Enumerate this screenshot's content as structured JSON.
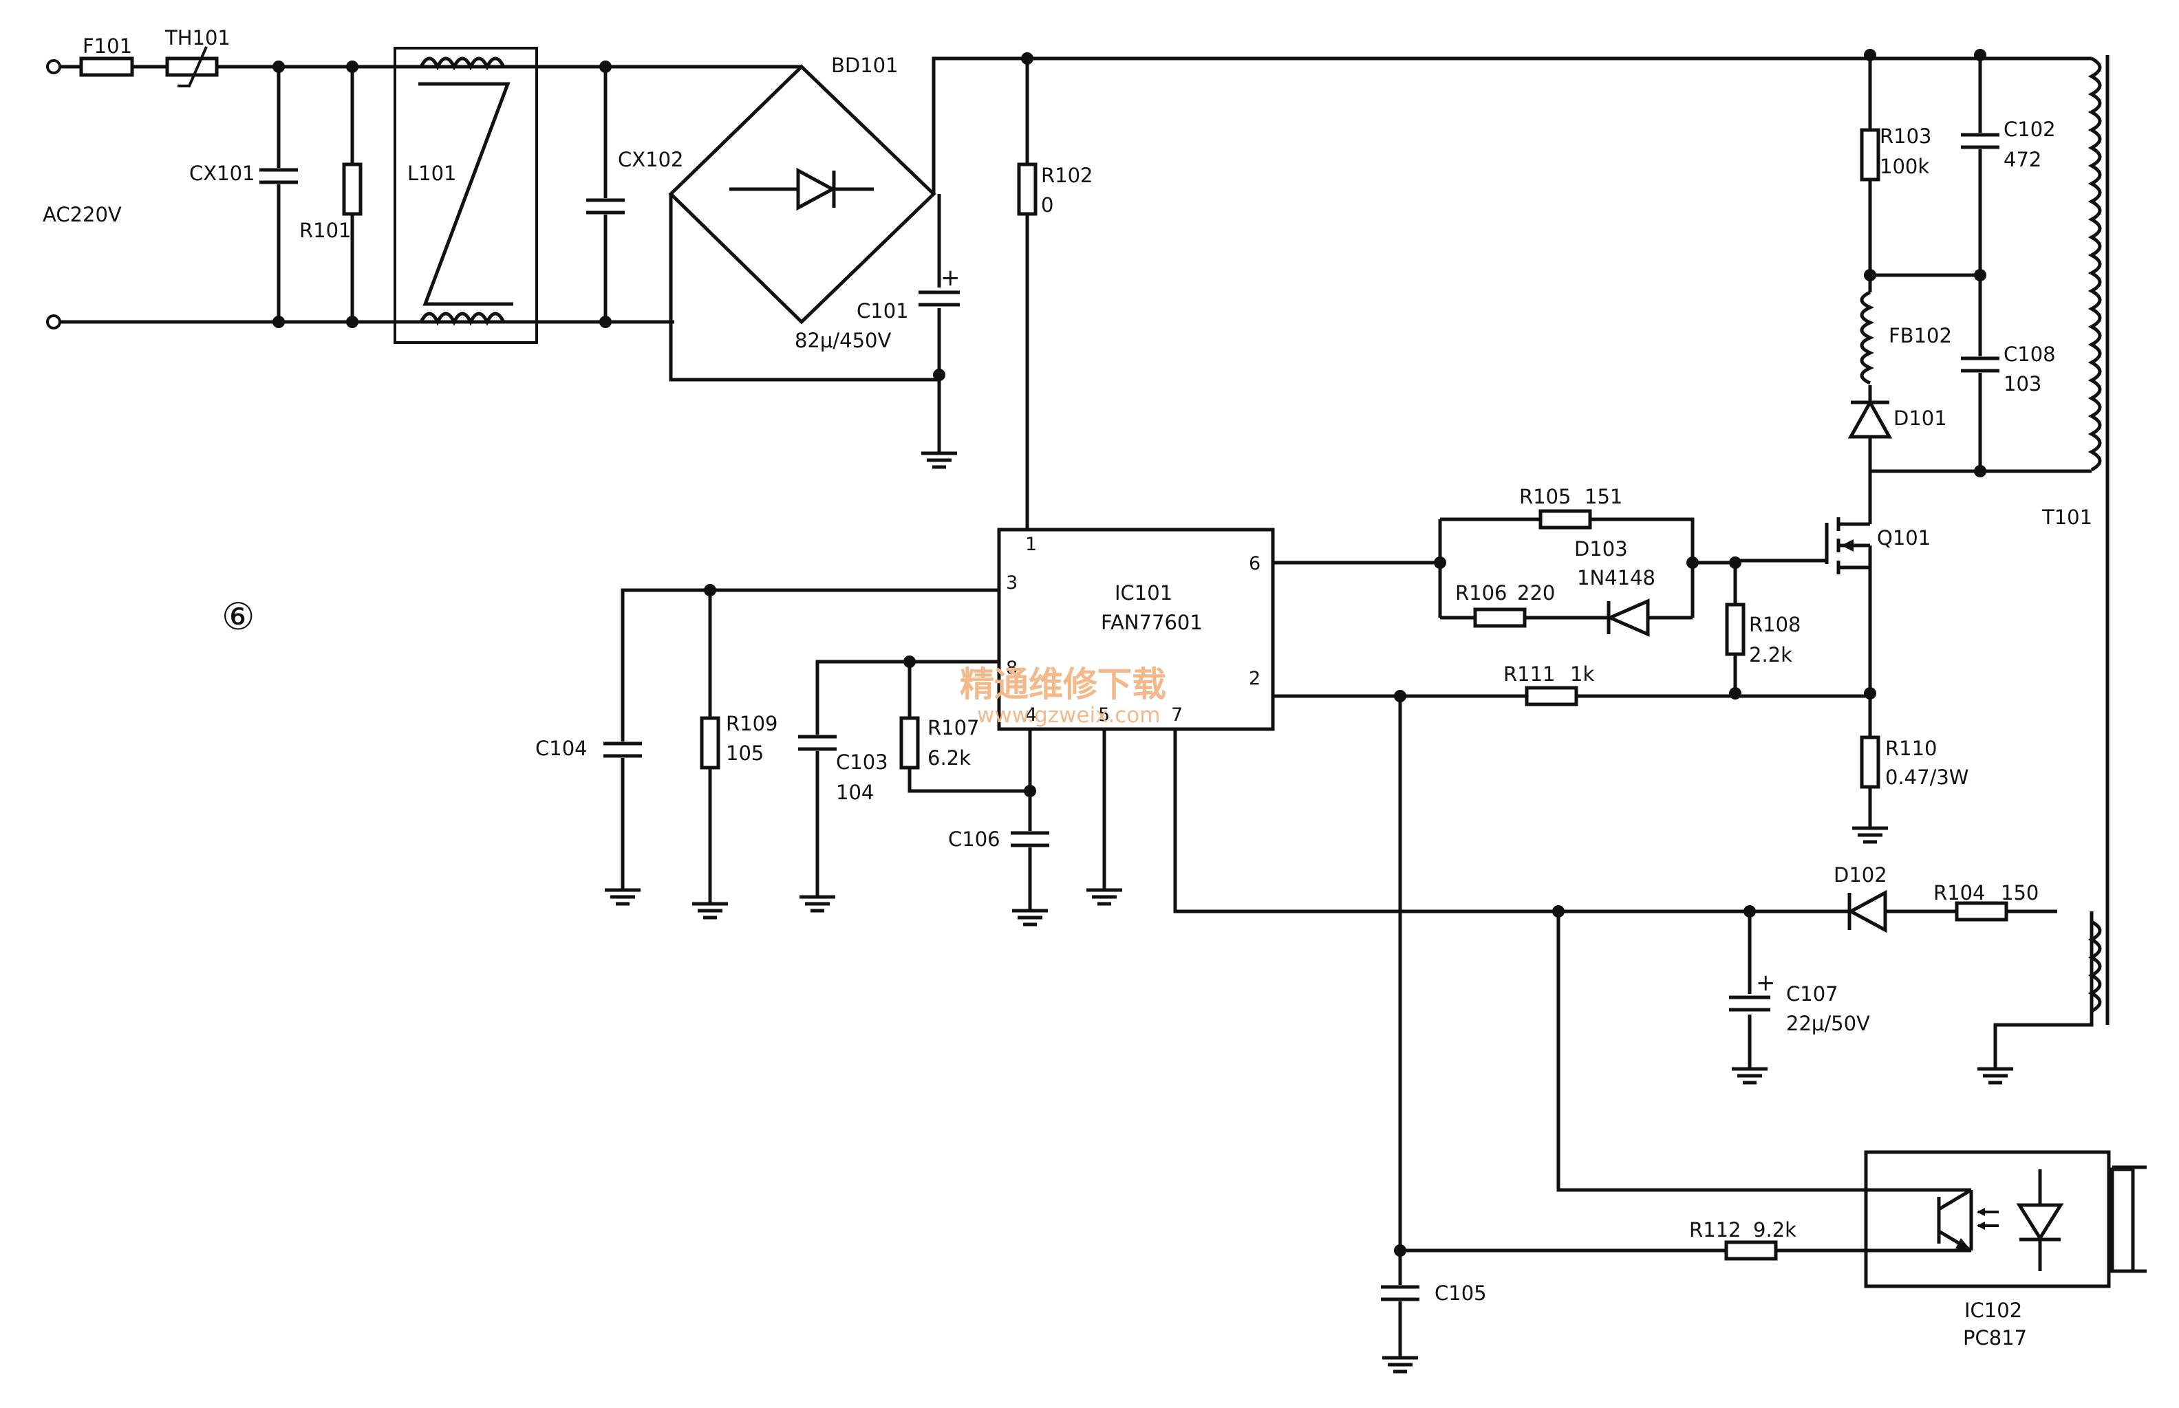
{
  "diagram": {
    "labels": {
      "F101": "F101",
      "TH101": "TH101",
      "AC220V": "AC220V",
      "CX101": "CX101",
      "R101": "R101",
      "L101": "L101",
      "CX102": "CX102",
      "BD101": "BD101",
      "C101": "C101",
      "C101_val": "82μ/450V",
      "R102": "R102",
      "R102_val": "0",
      "R103": "R103",
      "R103_val": "100k",
      "C102": "C102",
      "C102_val": "472",
      "FB102": "FB102",
      "C108": "C108",
      "C108_val": "103",
      "D101": "D101",
      "T101": "T101",
      "Q101": "Q101",
      "R105": "R105",
      "R105_val": "151",
      "D103": "D103",
      "D103_val": "1N4148",
      "R106": "R106",
      "R106_val": "220",
      "R108": "R108",
      "R108_val": "2.2k",
      "R111": "R111",
      "R111_val": "1k",
      "R110": "R110",
      "R110_val": "0.47/3W",
      "IC101": "IC101",
      "IC101_val": "FAN77601",
      "pin1": "1",
      "pin2": "2",
      "pin3": "3",
      "pin4": "4",
      "pin5": "5",
      "pin6": "6",
      "pin7": "7",
      "pin8": "8",
      "C104": "C104",
      "R109": "R109",
      "R109_val": "105",
      "C103": "C103",
      "C103_val": "104",
      "R107": "R107",
      "R107_val": "6.2k",
      "C106": "C106",
      "D102": "D102",
      "R104": "R104",
      "R104_val": "150",
      "C107": "C107",
      "C107_val": "22μ/50V",
      "R112": "R112",
      "R112_val": "9.2k",
      "C105": "C105",
      "IC102": "IC102",
      "IC102_val": "PC817",
      "figure_number": "⑥",
      "watermark_cn": "精通维修下载",
      "watermark_url": "www.gzweix.com"
    },
    "colors": {
      "line": "#111111",
      "background": "#ffffff",
      "watermark": "#f3b98a"
    }
  }
}
